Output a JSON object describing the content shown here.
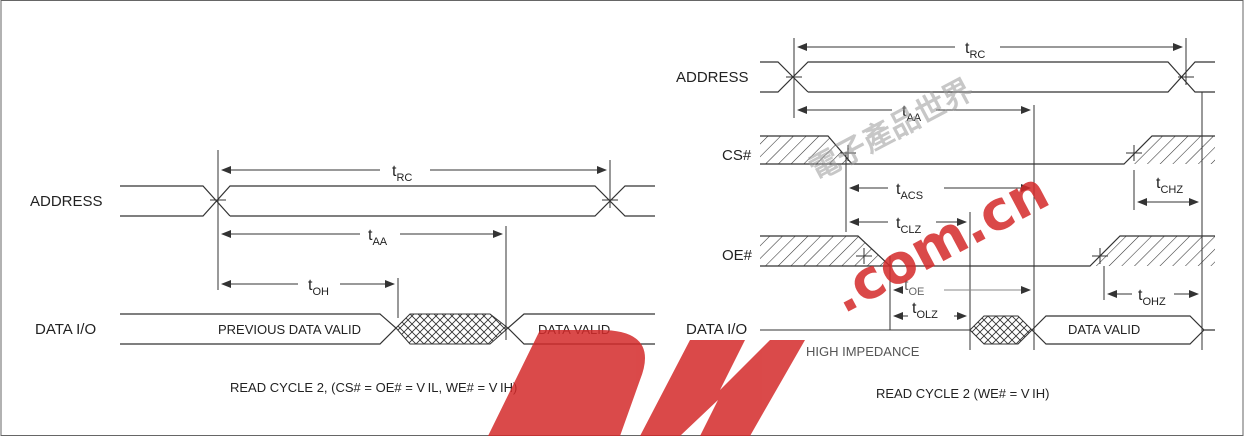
{
  "left": {
    "signals": {
      "address": "ADDRESS",
      "data_io": "DATA I/O"
    },
    "timings": {
      "trc": {
        "main": "t",
        "sub": "RC"
      },
      "taa": {
        "main": "t",
        "sub": "AA"
      },
      "toh": {
        "main": "t",
        "sub": "OH"
      }
    },
    "data_labels": {
      "previous": "PREVIOUS DATA VALID",
      "valid": "DATA VALID"
    },
    "caption": "READ CYCLE 2, (CS# = OE# = V IL, WE# = V IH)"
  },
  "right": {
    "signals": {
      "address": "ADDRESS",
      "cs": "CS#",
      "oe": "OE#",
      "data_io": "DATA I/O"
    },
    "timings": {
      "trc": {
        "main": "t",
        "sub": "RC"
      },
      "taa": {
        "main": "t",
        "sub": "AA"
      },
      "tacs": {
        "main": "t",
        "sub": "ACS"
      },
      "tclz": {
        "main": "t",
        "sub": "CLZ"
      },
      "tchz": {
        "main": "t",
        "sub": "CHZ"
      },
      "toe": {
        "main": "t",
        "sub": "OE"
      },
      "tolz": {
        "main": "t",
        "sub": "OLZ"
      },
      "tohz": {
        "main": "t",
        "sub": "OHZ"
      }
    },
    "data_labels": {
      "high_impedance": "HIGH IMPEDANCE",
      "valid": "DATA VALID"
    },
    "caption": "READ CYCLE 2 (WE# = V IH)"
  },
  "watermark": {
    "text_cn": "電子產品世界",
    "text_web": ".com.cn",
    "colors": {
      "red": "#d42a2a",
      "grey": "#9a9a9a"
    }
  }
}
